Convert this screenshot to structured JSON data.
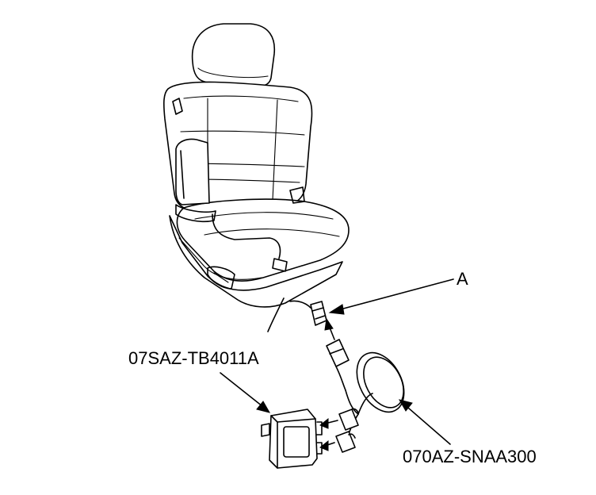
{
  "labels": {
    "connector": "A",
    "control_unit_tool": "07SAZ-TB4011A",
    "harness_tool": "070AZ-SNAA300"
  }
}
